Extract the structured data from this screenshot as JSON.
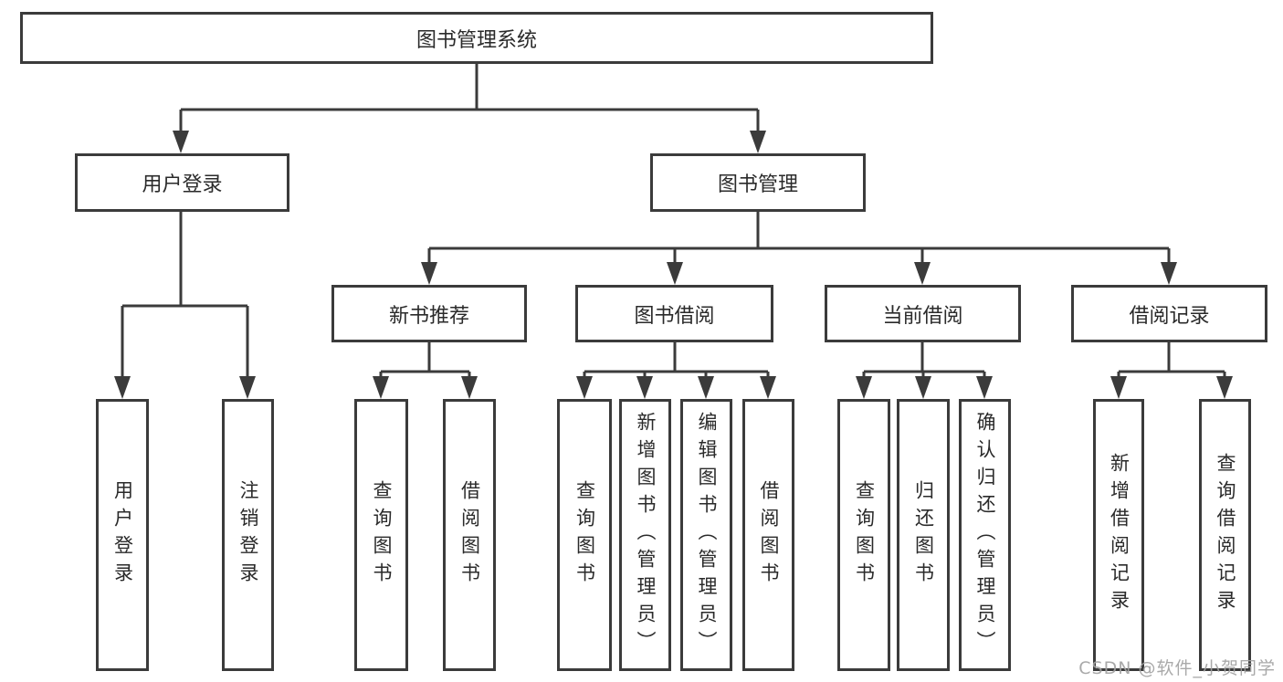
{
  "tree": {
    "root": "图书管理系统",
    "level2": [
      {
        "label": "用户登录"
      },
      {
        "label": "图书管理"
      }
    ],
    "level3": [
      {
        "label": "新书推荐"
      },
      {
        "label": "图书借阅"
      },
      {
        "label": "当前借阅"
      },
      {
        "label": "借阅记录"
      }
    ],
    "leaves": {
      "login": [
        "用户登录",
        "注销登录"
      ],
      "new_book": [
        "查询图书",
        "借阅图书"
      ],
      "borrow": [
        "查询图书",
        "新增图书（管理员）",
        "编辑图书（管理员）",
        "借阅图书"
      ],
      "current": [
        "查询图书",
        "归还图书",
        "确认归还（管理员）"
      ],
      "records": [
        "新增借阅记录",
        "查询借阅记录"
      ]
    }
  },
  "watermark": "CSDN @软件_小贺同学",
  "colors": {
    "line": "#3b3b3b",
    "text": "#2a2a2a",
    "watermark": "#a2a2a2",
    "background": "#ffffff"
  }
}
